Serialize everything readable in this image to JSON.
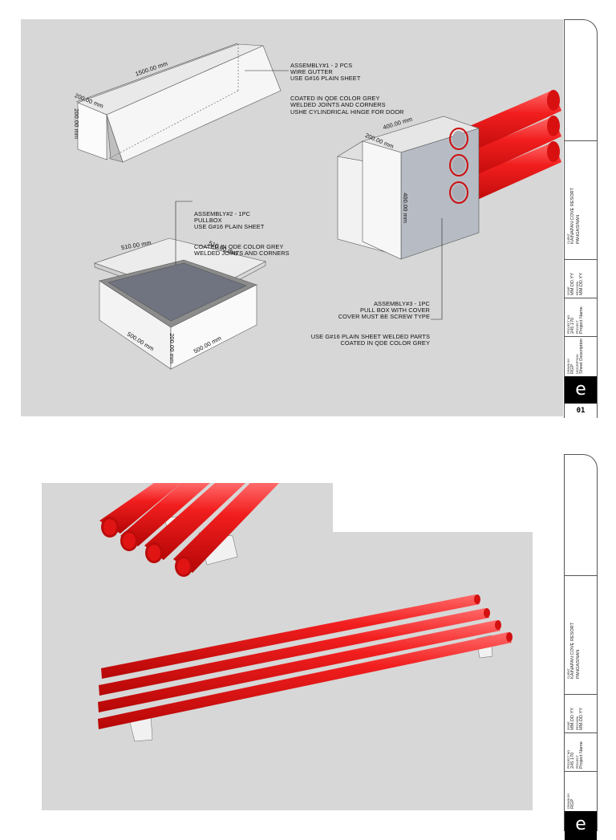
{
  "sheet1": {
    "assembly1": [
      "ASSEMBLY#1 - 2 PCS",
      "WIRE GUTTER",
      "USE G#16 PLAIN SHEET",
      "COATED IN QDE COLOR GREY",
      "WELDED JOINTS AND CORNERS",
      "USHE CYLINDRICAL HINGE FOR DOOR"
    ],
    "assembly2": [
      "ASSEMBLY#2 - 1PC",
      "PULLBOX",
      "USE G#16 PLAIN SHEET",
      "COATED IN QDE COLOR GREY",
      "WELDED JOINTS AND CORNERS"
    ],
    "assembly3": [
      "ASSEMBLY#3 - 1PC",
      "PULL BOX WITH COVER",
      "COVER MUST BE SCREW TYPE",
      "USE G#16 PLAIN SHEET WELDED PARTS",
      "COATED IN QDE COLOR GREY"
    ],
    "dims": {
      "gutter_length": "1500.00 mm",
      "gutter_width": "200.00 mm",
      "gutter_height": "200.00 mm",
      "lid_a": "510.00 mm",
      "lid_b": "510.00 mm",
      "box_a": "500.00 mm",
      "box_b": "500.00 mm",
      "box_h": "200.00 mm",
      "pb_w": "400.00 mm",
      "pb_d": "200.00 mm",
      "pb_h": "400.00 mm"
    },
    "titleblock": {
      "client_cap": "CLIENT",
      "client_1": "KAINAPAN COVE RESORT",
      "client_2": "PANGASINAN",
      "issue_cap": "ISSUE",
      "issue": "MM.DD.YY",
      "revision_cap": "REVISION",
      "revision": "MM.DD.YY",
      "project_no_cap": "PROJECT NO.",
      "project_no": "245.170",
      "project_cap": "PROJECT",
      "project": "Project Name",
      "drawn_cap": "DRAWN BY",
      "drawn": "RGP",
      "desc_cap": "DESCRIPTION",
      "desc": "Sheet Description",
      "logo": "e",
      "sheet_no": "01"
    }
  },
  "sheet2": {
    "titleblock": {
      "client_cap": "CLIENT",
      "client_1": "KAINAPAN COVE RESORT",
      "client_2": "PANGASINAN",
      "issue_cap": "ISSUE",
      "issue": "MM.DD.YY",
      "revision_cap": "REVISION",
      "revision": "MM.DD.YY",
      "project_no_cap": "PROJECT NO.",
      "project_no": "245.170",
      "project_cap": "PROJECT",
      "project": "Project Name",
      "drawn_cap": "DRAWN BY",
      "drawn": "RGP",
      "logo": "e"
    }
  },
  "colors": {
    "pipe_red": "#ee1b1b",
    "viewport_grey": "#d7d7d7",
    "sheet_white": "#ffffff"
  }
}
